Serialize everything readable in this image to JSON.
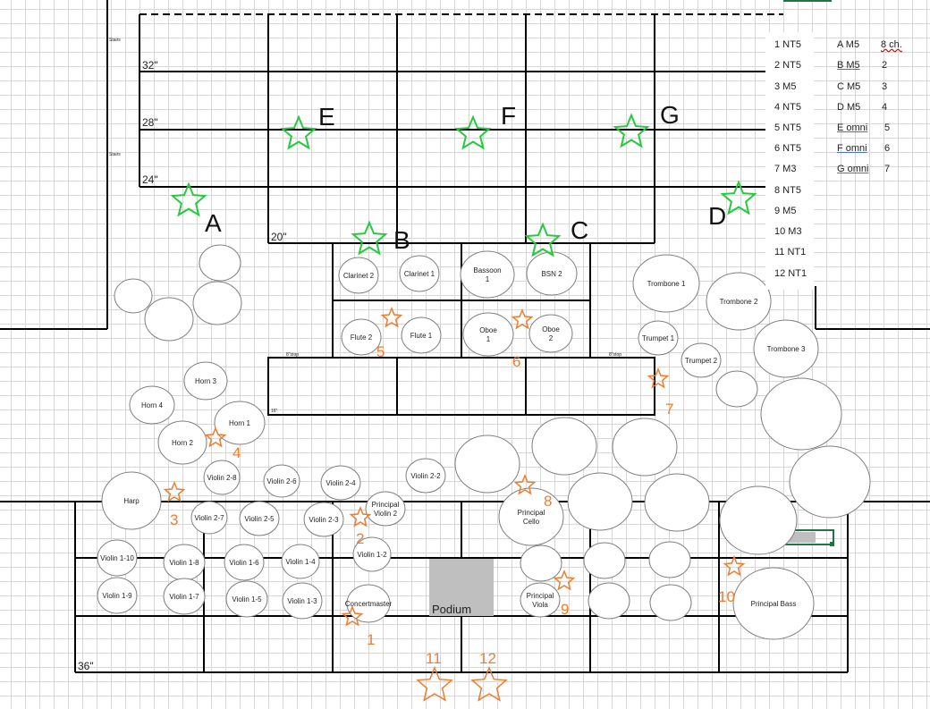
{
  "labels": {
    "stairs": "Stairs",
    "riser_32": "32\"",
    "riser_28": "28\"",
    "riser_24": "24\"",
    "riser_20": "20\"",
    "riser_36": "36\"",
    "stop_left": "8\"stop",
    "stop_right": "8\"stop",
    "riser_16": "16\"",
    "podium": "Podium"
  },
  "zones": [
    {
      "id": "A",
      "label": "A"
    },
    {
      "id": "B",
      "label": "B"
    },
    {
      "id": "C",
      "label": "C"
    },
    {
      "id": "D",
      "label": "D"
    },
    {
      "id": "E",
      "label": "E"
    },
    {
      "id": "F",
      "label": "F"
    },
    {
      "id": "G",
      "label": "G"
    }
  ],
  "mic_numbers": [
    "1",
    "2",
    "3",
    "4",
    "5",
    "6",
    "7",
    "8",
    "9",
    "10",
    "11",
    "12"
  ],
  "seats": [
    {
      "name": "Clarinet 2",
      "lines": [
        "Clarinet 2"
      ]
    },
    {
      "name": "Clarinet 1",
      "lines": [
        "Clarinet 1"
      ]
    },
    {
      "name": "Bassoon 1",
      "lines": [
        "Bassoon",
        "1"
      ]
    },
    {
      "name": "BSN 2",
      "lines": [
        "BSN 2"
      ]
    },
    {
      "name": "Flute 2",
      "lines": [
        "Flute 2"
      ]
    },
    {
      "name": "Flute 1",
      "lines": [
        "Flute 1"
      ]
    },
    {
      "name": "Oboe 1",
      "lines": [
        "Oboe",
        "1"
      ]
    },
    {
      "name": "Oboe 2",
      "lines": [
        "Oboe",
        "2"
      ]
    },
    {
      "name": "Trombone 1",
      "lines": [
        "Trombone  1"
      ]
    },
    {
      "name": "Trombone 2",
      "lines": [
        "Trombone 2"
      ]
    },
    {
      "name": "Trombone 3",
      "lines": [
        "Trombone 3"
      ]
    },
    {
      "name": "Trumpet 1",
      "lines": [
        "Trumpet 1"
      ]
    },
    {
      "name": "Trumpet 2",
      "lines": [
        "Trumpet 2"
      ]
    },
    {
      "name": "Horn 3",
      "lines": [
        "Horn 3"
      ]
    },
    {
      "name": "Horn 4",
      "lines": [
        "Horn 4"
      ]
    },
    {
      "name": "Horn 1",
      "lines": [
        "Horn 1"
      ]
    },
    {
      "name": "Horn 2",
      "lines": [
        "Horn 2"
      ]
    },
    {
      "name": "Harp",
      "lines": [
        "Harp"
      ]
    },
    {
      "name": "Violin 2-8",
      "lines": [
        "Violin 2-8"
      ]
    },
    {
      "name": "Violin 2-6",
      "lines": [
        "Violin 2-6"
      ]
    },
    {
      "name": "Violin 2-4",
      "lines": [
        "Violin 2-4"
      ]
    },
    {
      "name": "Violin 2-2",
      "lines": [
        "Violin 2-2"
      ]
    },
    {
      "name": "Violin 2-7",
      "lines": [
        "Violin 2-7"
      ]
    },
    {
      "name": "Violin 2-5",
      "lines": [
        "Violin 2-5"
      ]
    },
    {
      "name": "Violin 2-3",
      "lines": [
        "Violin 2-3"
      ]
    },
    {
      "name": "Principal Violin 2",
      "lines": [
        "Principal",
        "Violin 2"
      ]
    },
    {
      "name": "Principal Cello",
      "lines": [
        "Principal",
        "Cello"
      ]
    },
    {
      "name": "Violin 1-10",
      "lines": [
        "Violin 1-10"
      ]
    },
    {
      "name": "Violin 1-8",
      "lines": [
        "Violin 1-8"
      ]
    },
    {
      "name": "Violin 1-6",
      "lines": [
        "Violin 1-6"
      ]
    },
    {
      "name": "Violin 1-4",
      "lines": [
        "Violin 1-4"
      ]
    },
    {
      "name": "Violin 1-2",
      "lines": [
        "Violin 1-2"
      ]
    },
    {
      "name": "Violin 1-9",
      "lines": [
        "Violin 1-9"
      ]
    },
    {
      "name": "Violin 1-7",
      "lines": [
        "Violin 1-7"
      ]
    },
    {
      "name": "Violin 1-5",
      "lines": [
        "Violin 1-5"
      ]
    },
    {
      "name": "Violin 1-3",
      "lines": [
        "Violin 1-3"
      ]
    },
    {
      "name": "Concertmaster",
      "lines": [
        "Concertmaster"
      ]
    },
    {
      "name": "Principal Viola",
      "lines": [
        "Principal",
        "Viola"
      ]
    },
    {
      "name": "Principal Bass",
      "lines": [
        "Principal Bass"
      ]
    }
  ],
  "legend": {
    "col1": [
      "1  NT5",
      "2 NT5",
      "3 M5",
      "4 NT5",
      "5 NT5",
      "6 NT5",
      "7 M3",
      "8 NT5",
      "9 M5",
      "10 M3",
      "11 NT1",
      "12 NT1"
    ],
    "col2": [
      "A  M5",
      "B  M5",
      "C M5",
      "D M5",
      "E omni",
      "F omni",
      "G omni"
    ],
    "col3": [
      "8 ch.",
      "2",
      "3",
      "4",
      "5",
      "6",
      "7"
    ]
  },
  "colors": {
    "mic_star_orange": "#ed7d31",
    "overhead_star_green": "#27c93f",
    "line": "#000000",
    "podium": "#bfbfbf",
    "selected_cell": "#217346"
  }
}
